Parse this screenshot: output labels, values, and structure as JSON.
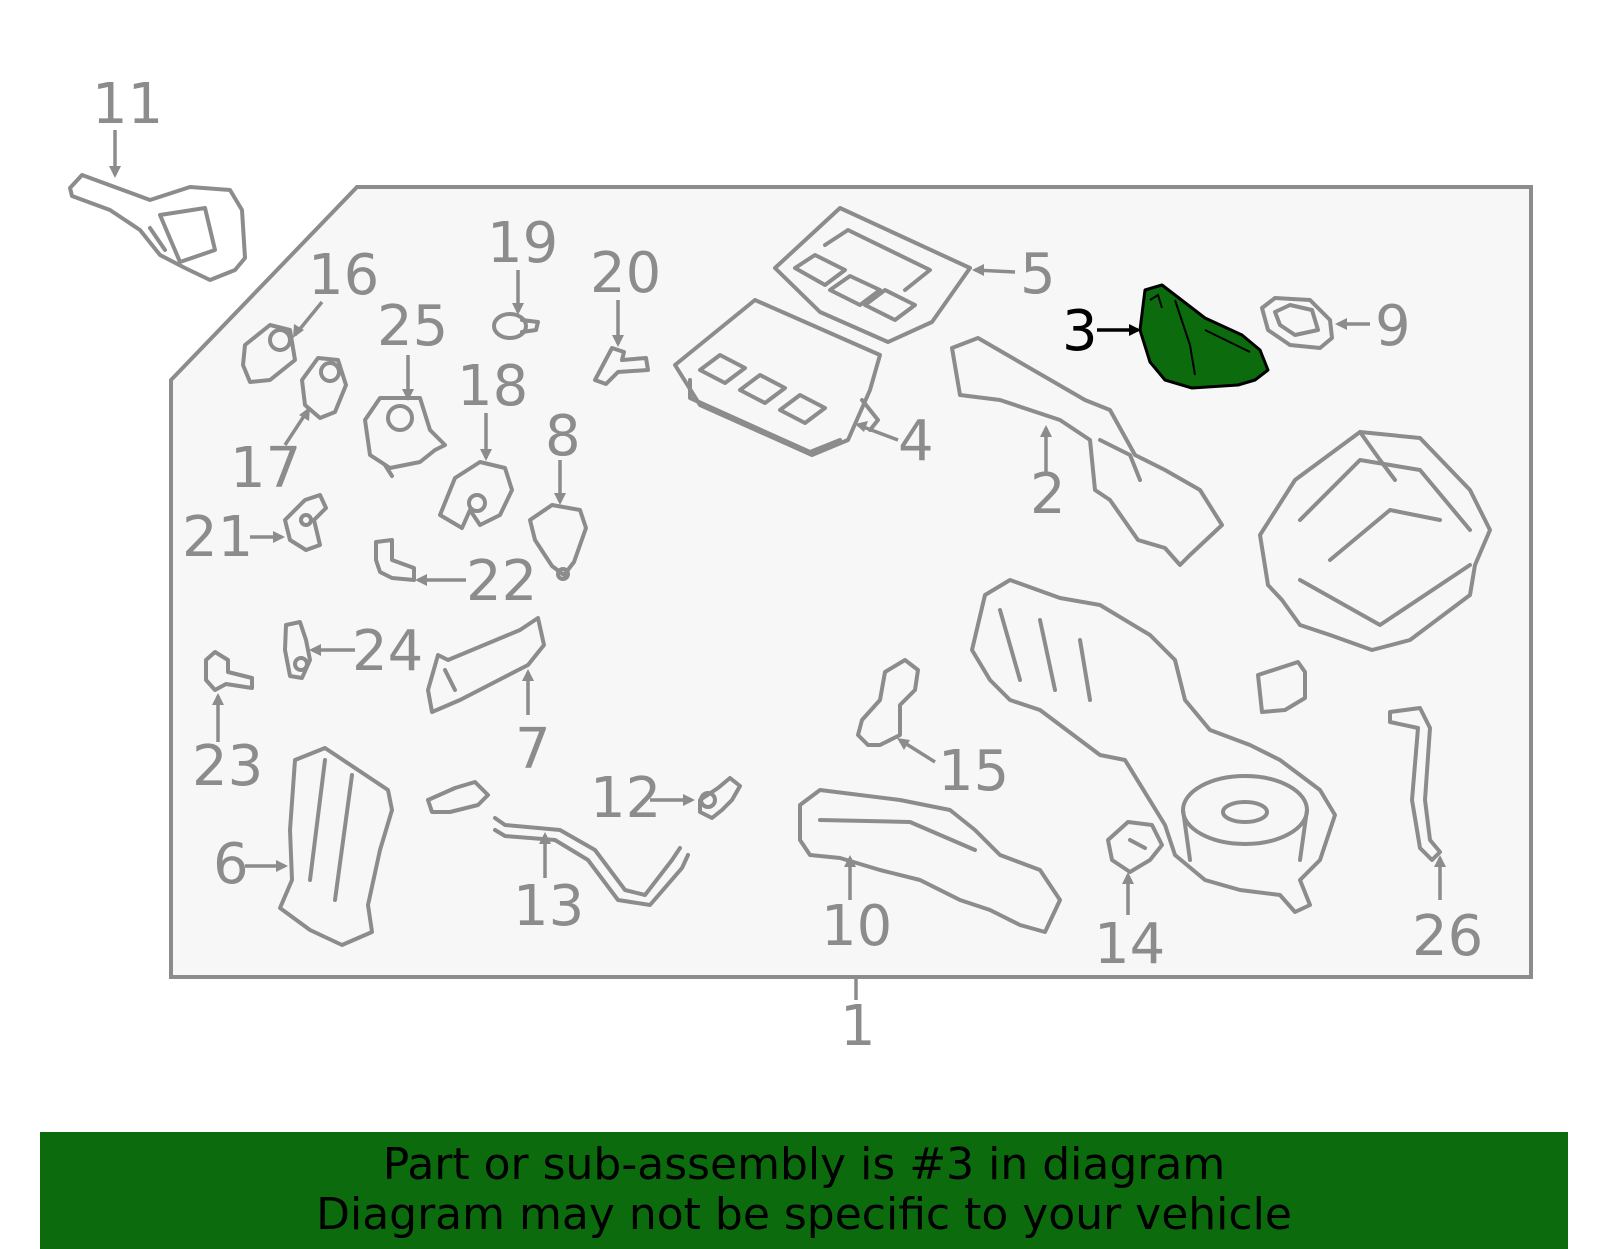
{
  "diagram": {
    "callouts": [
      {
        "id": "1",
        "text": "1",
        "highlighted": false
      },
      {
        "id": "2",
        "text": "2",
        "highlighted": false
      },
      {
        "id": "3",
        "text": "3",
        "highlighted": true
      },
      {
        "id": "4",
        "text": "4",
        "highlighted": false
      },
      {
        "id": "5",
        "text": "5",
        "highlighted": false
      },
      {
        "id": "6",
        "text": "6",
        "highlighted": false
      },
      {
        "id": "7",
        "text": "7",
        "highlighted": false
      },
      {
        "id": "8",
        "text": "8",
        "highlighted": false
      },
      {
        "id": "9",
        "text": "9",
        "highlighted": false
      },
      {
        "id": "10",
        "text": "10",
        "highlighted": false
      },
      {
        "id": "11",
        "text": "11",
        "highlighted": false
      },
      {
        "id": "12",
        "text": "12",
        "highlighted": false
      },
      {
        "id": "13",
        "text": "13",
        "highlighted": false
      },
      {
        "id": "14",
        "text": "14",
        "highlighted": false
      },
      {
        "id": "15",
        "text": "15",
        "highlighted": false
      },
      {
        "id": "16",
        "text": "16",
        "highlighted": false
      },
      {
        "id": "17",
        "text": "17",
        "highlighted": false
      },
      {
        "id": "18",
        "text": "18",
        "highlighted": false
      },
      {
        "id": "19",
        "text": "19",
        "highlighted": false
      },
      {
        "id": "20",
        "text": "20",
        "highlighted": false
      },
      {
        "id": "21",
        "text": "21",
        "highlighted": false
      },
      {
        "id": "22",
        "text": "22",
        "highlighted": false
      },
      {
        "id": "23",
        "text": "23",
        "highlighted": false
      },
      {
        "id": "24",
        "text": "24",
        "highlighted": false
      },
      {
        "id": "25",
        "text": "25",
        "highlighted": false
      },
      {
        "id": "26",
        "text": "26",
        "highlighted": false
      }
    ],
    "colors": {
      "line": "#8c8c8c",
      "highlight_fill": "#0c6b0c",
      "highlight_label": "#000000",
      "panel_fill": "#f7f7f7"
    }
  },
  "banner": {
    "line1": "Part or sub-assembly is #3 in diagram",
    "line2": "Diagram may not be specific to your vehicle",
    "color": "#0c6b0c"
  }
}
